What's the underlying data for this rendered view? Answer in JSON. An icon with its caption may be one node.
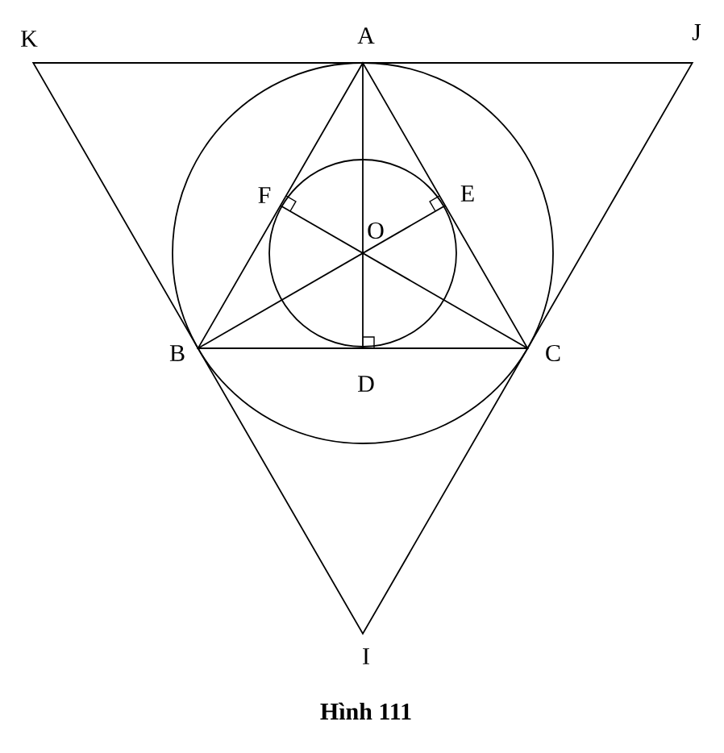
{
  "diagram": {
    "caption": "Hình 111",
    "labels": [
      "K",
      "A",
      "J",
      "F",
      "E",
      "O",
      "B",
      "C",
      "D",
      "I"
    ]
  }
}
